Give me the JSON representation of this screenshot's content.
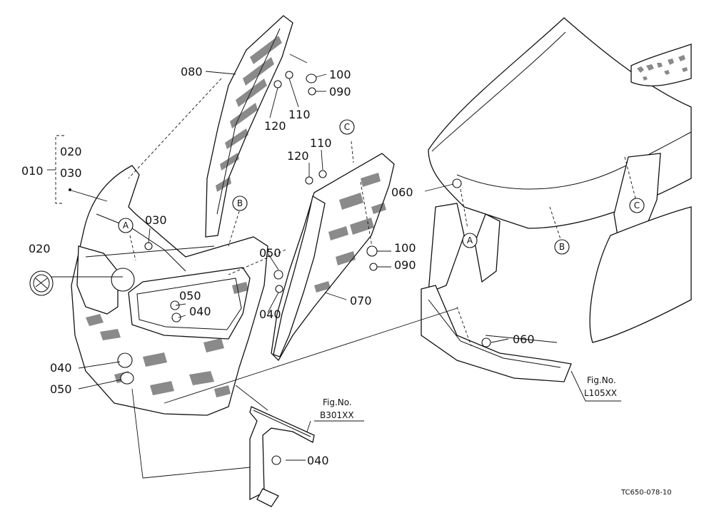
{
  "labels": {
    "p010": "010",
    "p020a": "020",
    "p030a": "030",
    "p020b": "020",
    "p030b": "030",
    "p080": "080",
    "p100a": "100",
    "p090a": "090",
    "p110a": "110",
    "p120a": "120",
    "p120b": "120",
    "p110b": "110",
    "p050a": "050",
    "p050b": "050",
    "p040a": "040",
    "p040b": "040",
    "p070": "070",
    "p100b": "100",
    "p090b": "090",
    "p060a": "060",
    "p060b": "060",
    "p040c": "040",
    "p050c": "050",
    "p040d": "040"
  },
  "refs": {
    "a1": "A",
    "b1": "B",
    "c1": "C",
    "a2": "A",
    "b2": "B",
    "c2": "C"
  },
  "figrefs": {
    "fig1_line1": "Fig.No.",
    "fig1_line2": "B301XX",
    "fig2_line1": "Fig.No.",
    "fig2_line2": "L105XX"
  },
  "drawing_code": "TC650-078-10"
}
